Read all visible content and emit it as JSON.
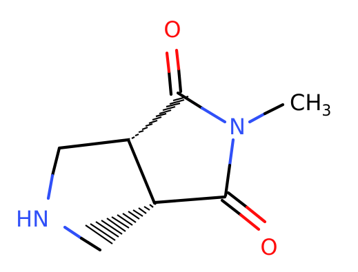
{
  "molecule": {
    "atoms": {
      "oxygen_top": "O",
      "oxygen_bottom": "O",
      "nitrogen_imide": "N",
      "methyl_c": "CH",
      "methyl_sub": "3",
      "amine": "HN"
    },
    "colors": {
      "bond": "#000000",
      "oxygen": "#ff0d0d",
      "nitrogen": "#3050f8",
      "carbon": "#000000",
      "background": "#ffffff"
    }
  }
}
